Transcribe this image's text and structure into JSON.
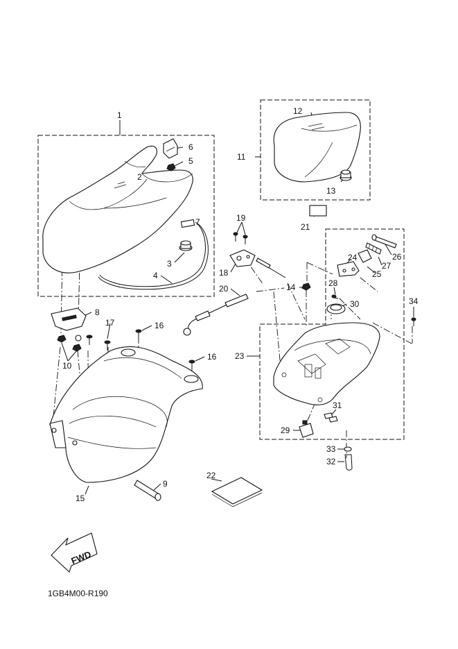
{
  "diagram_code": "1GB4M00-R190",
  "fwd_label": "FWD",
  "callouts": [
    {
      "id": "c1",
      "text": "1"
    },
    {
      "id": "c2",
      "text": "2"
    },
    {
      "id": "c3",
      "text": "3"
    },
    {
      "id": "c4",
      "text": "4"
    },
    {
      "id": "c5",
      "text": "5"
    },
    {
      "id": "c6",
      "text": "6"
    },
    {
      "id": "c7",
      "text": "7"
    },
    {
      "id": "c8",
      "text": "8"
    },
    {
      "id": "c9",
      "text": "9"
    },
    {
      "id": "c10",
      "text": "10"
    },
    {
      "id": "c11",
      "text": "11"
    },
    {
      "id": "c12",
      "text": "12"
    },
    {
      "id": "c13",
      "text": "13"
    },
    {
      "id": "c14",
      "text": "14"
    },
    {
      "id": "c15",
      "text": "15"
    },
    {
      "id": "c16a",
      "text": "16"
    },
    {
      "id": "c16b",
      "text": "16"
    },
    {
      "id": "c17",
      "text": "17"
    },
    {
      "id": "c18",
      "text": "18"
    },
    {
      "id": "c19",
      "text": "19"
    },
    {
      "id": "c20",
      "text": "20"
    },
    {
      "id": "c21",
      "text": "21"
    },
    {
      "id": "c22",
      "text": "22"
    },
    {
      "id": "c23",
      "text": "23"
    },
    {
      "id": "c24",
      "text": "24"
    },
    {
      "id": "c25",
      "text": "25"
    },
    {
      "id": "c26",
      "text": "26"
    },
    {
      "id": "c27",
      "text": "27"
    },
    {
      "id": "c28",
      "text": "28"
    },
    {
      "id": "c29",
      "text": "29"
    },
    {
      "id": "c30",
      "text": "30"
    },
    {
      "id": "c31",
      "text": "31"
    },
    {
      "id": "c32",
      "text": "32"
    },
    {
      "id": "c33",
      "text": "33"
    },
    {
      "id": "c34",
      "text": "34"
    }
  ]
}
